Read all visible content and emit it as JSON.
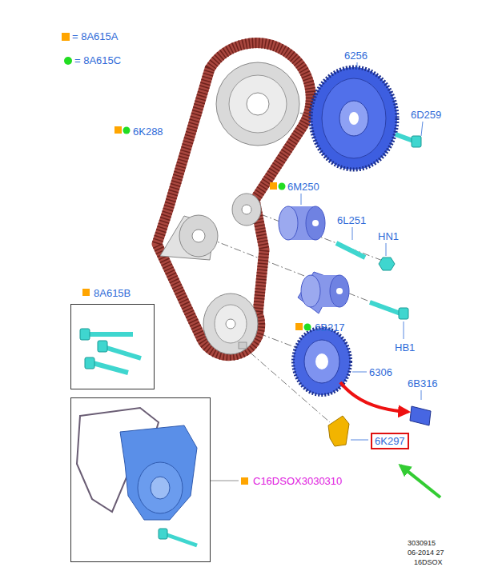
{
  "diagram": {
    "nodes": [
      {
        "text": [
          "8A615B"
        ]
      },
      {
        "text": [
          "C16DSOX3030310"
        ]
      },
      {
        "text": [
          "6K297"
        ]
      }
    ],
    "labels": [
      "6256",
      "6D259",
      "6K288",
      "6M250",
      "6L251",
      "HN1",
      "6B217",
      "HB1",
      "6306",
      "6B316",
      "3030915",
      "06-2014 27",
      "16DSOX"
    ],
    "legend": [
      {
        "text": "= 8A615A",
        "color": "#ffa500"
      },
      {
        "text": "= 8A615C",
        "color": "#22dd22"
      }
    ]
  }
}
